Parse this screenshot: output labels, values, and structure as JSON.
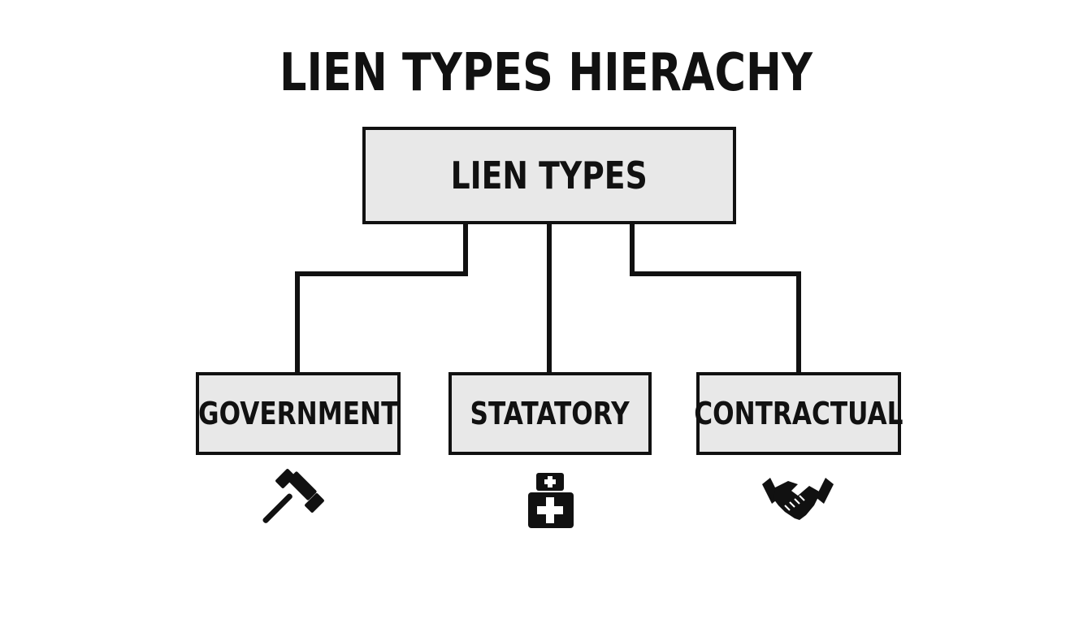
{
  "title": "LIEN TYPES HIERACHY",
  "root": {
    "label": "LIEN TYPES"
  },
  "children": [
    {
      "label": "GOVERNMENT",
      "icon": "gavel-icon"
    },
    {
      "label": "STATATORY",
      "icon": "medical-kit-icon"
    },
    {
      "label": "CONTRACTUAL",
      "icon": "handshake-icon"
    }
  ],
  "colors": {
    "line": "#111111",
    "box_fill": "#e8e8e8",
    "background": "#ffffff"
  }
}
